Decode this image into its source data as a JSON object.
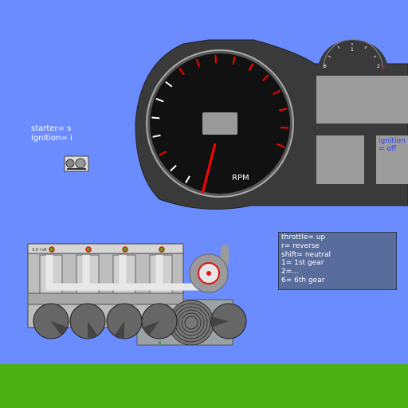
{
  "hints": {
    "starter": "starter= s",
    "ignition": "ignition= i"
  },
  "dashboard": {
    "rpm_label": "RPM",
    "ignition_status_line1": "ignition",
    "ignition_status_line2": "= off",
    "mini_gauge": {
      "top": "1",
      "left": "6",
      "right": "2"
    }
  },
  "controls": [
    "throttle= up",
    "r= reverse",
    "shift= neutral",
    "1= 1st gear",
    "2=...",
    "6= 6th gear"
  ],
  "engine": {
    "plate_label": "3.0 l v6"
  },
  "colors": {
    "sky": "#6b8cff",
    "ground": "#4caf14",
    "dash": "#3a3a3a",
    "needle": "#ff0000",
    "redline": "#ff0000"
  }
}
